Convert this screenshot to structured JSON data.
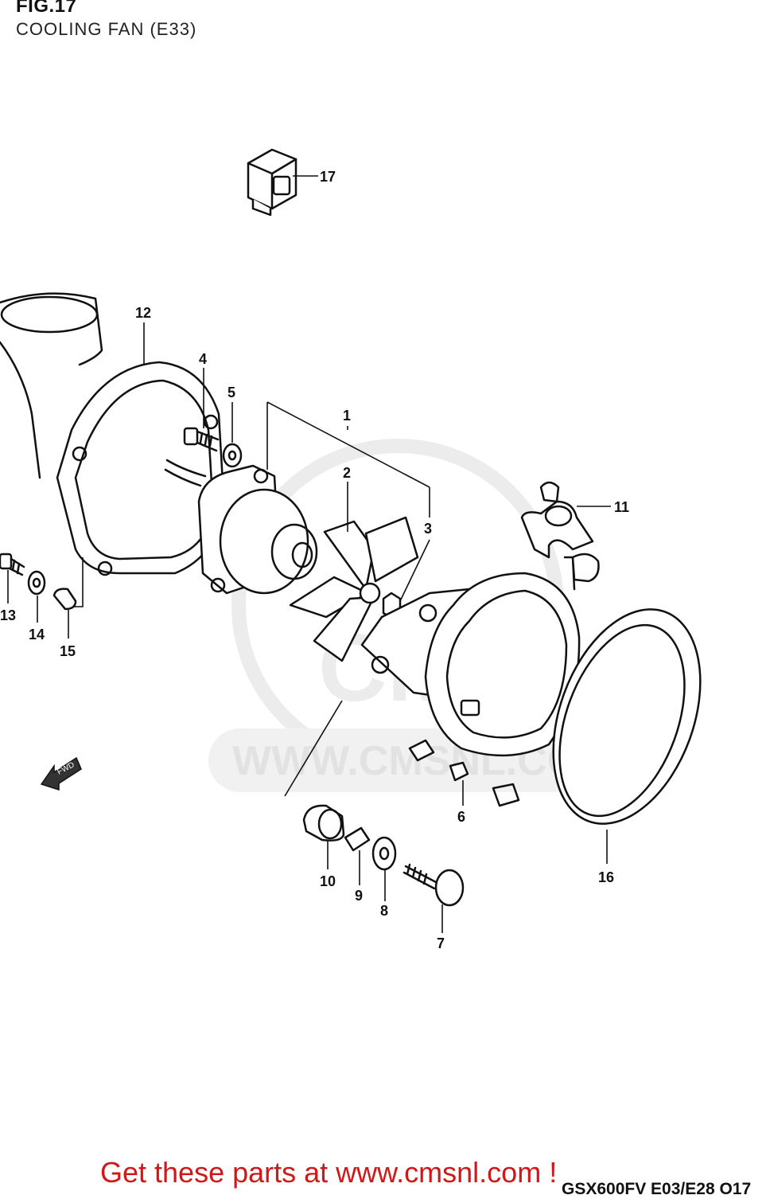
{
  "figure": {
    "title": "FIG.17",
    "subtitle": "COOLING FAN (E33)"
  },
  "watermark": {
    "text": "WWW.CMSNL.COM",
    "logo_text": "CMS"
  },
  "fwd_arrow": {
    "label": "FWD"
  },
  "callouts": {
    "c1": "1",
    "c2": "2",
    "c3": "3",
    "c4": "4",
    "c5": "5",
    "c6": "6",
    "c7": "7",
    "c8": "8",
    "c9": "9",
    "c10": "10",
    "c11": "11",
    "c12": "12",
    "c13": "13",
    "c14": "14",
    "c15": "15",
    "c16": "16",
    "c17": "17"
  },
  "footer": {
    "promo": "Get these parts at www.cmsnl.com !",
    "model_code": "GSX600FV E03/E28 O17"
  }
}
